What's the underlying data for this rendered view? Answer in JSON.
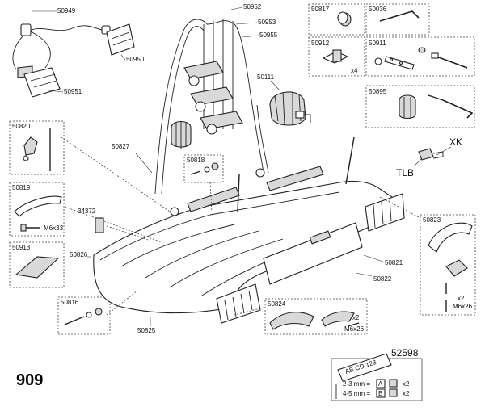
{
  "model_number": "909",
  "labels": {
    "p50949": "50949",
    "p50950": "50950",
    "p50951": "50951",
    "p50952": "50952",
    "p50953": "50953",
    "p50955": "50955",
    "p50111": "50111",
    "p50817": "50817",
    "p50036": "50036",
    "p50912": "50912",
    "x4": "x4",
    "p50911": "50911",
    "p50895": "50895",
    "p50820": "50820",
    "p50827": "50827",
    "p50818": "50818",
    "xk": "XK",
    "tlb": "TLB",
    "p50819": "50819",
    "m6x33": "M6x33",
    "p34372": "34372",
    "p50823": "50823",
    "p50913": "50913",
    "p50826": "50826",
    "p50821": "50821",
    "p50822": "50822",
    "p50816": "50816",
    "p50825": "50825",
    "p50824": "50824",
    "x2_a": "x2",
    "m6x26_a": "M6x26",
    "x2_b": "x2",
    "m6x26_b": "M6x26",
    "p52598": "52598",
    "plate_text": "AB CD 123",
    "row1": "2-3 mm =",
    "row1_letter": "A",
    "row1_qty": "x2",
    "row2": "4-5 mm =",
    "row2_letter": "B",
    "row2_qty": "x2"
  }
}
